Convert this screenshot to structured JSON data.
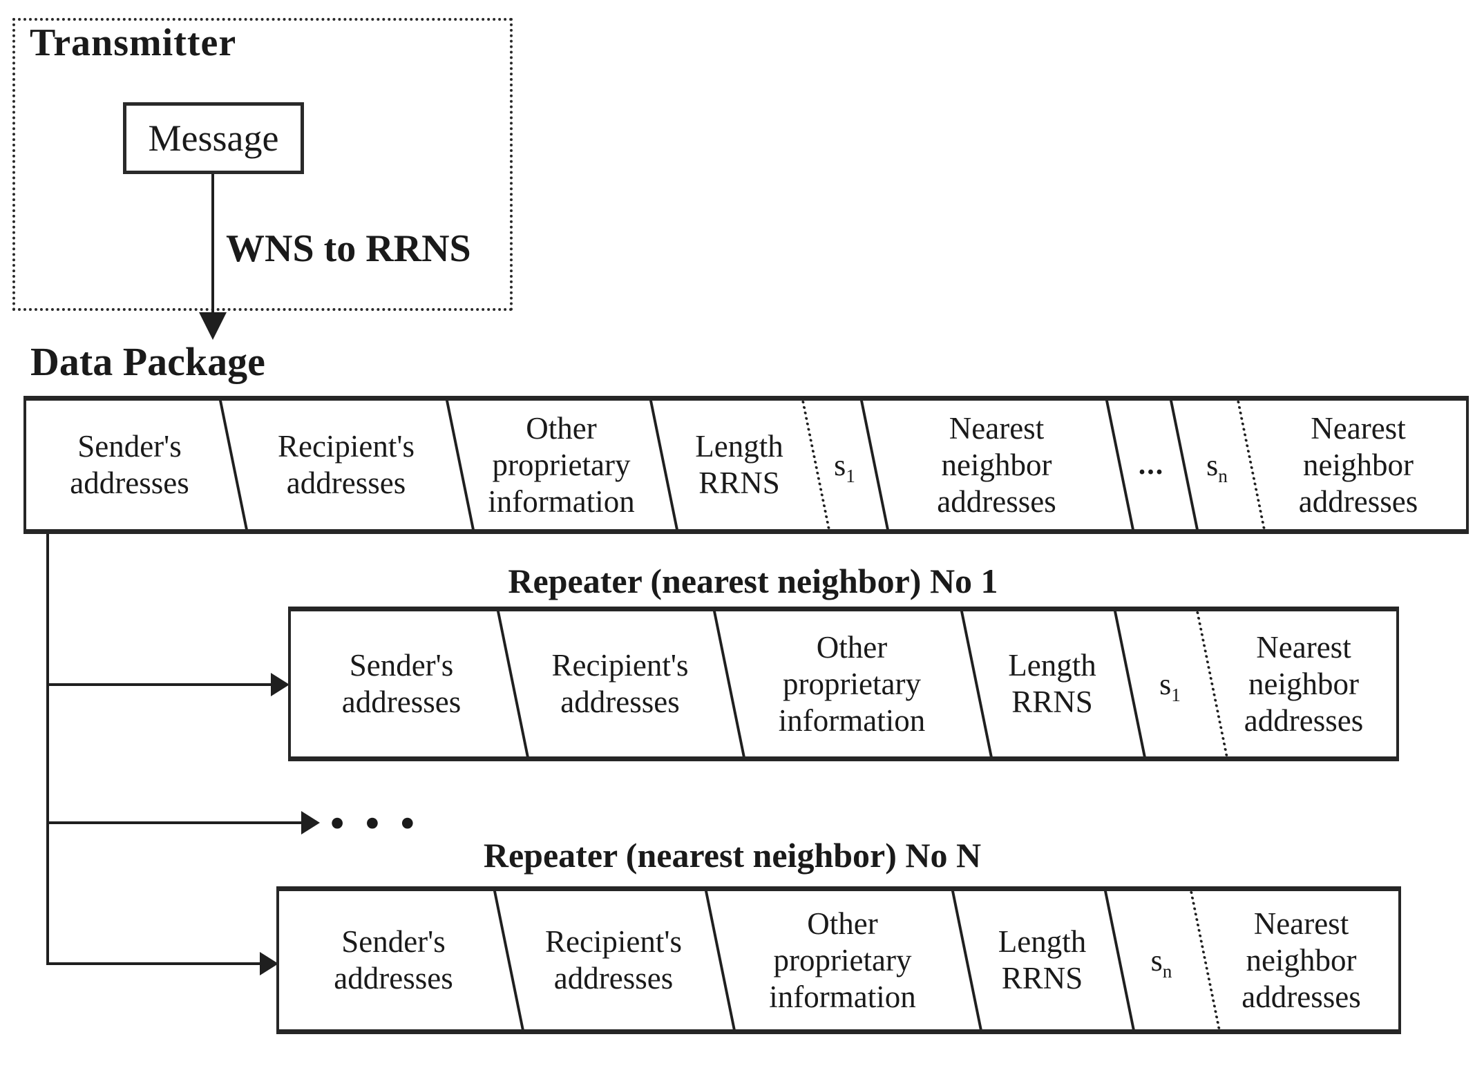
{
  "transmitter": {
    "title": "Transmitter",
    "message": "Message",
    "arrow_label": "WNS to RRNS"
  },
  "data_package": {
    "title": "Data Package",
    "segments": {
      "senders": [
        "Sender's",
        "addresses"
      ],
      "recipients": [
        "Recipient's",
        "addresses"
      ],
      "other": [
        "Other",
        "proprietary",
        "information"
      ],
      "length": [
        "Length",
        "RRNS"
      ],
      "s1": {
        "base": "s",
        "sub": "1"
      },
      "nearest1": [
        "Nearest",
        "neighbor",
        "addresses"
      ],
      "dots": "...",
      "sn": {
        "base": "s",
        "sub": "n"
      },
      "nearest2": [
        "Nearest",
        "neighbor",
        "addresses"
      ]
    }
  },
  "repeater1": {
    "title": "Repeater (nearest neighbor) No 1",
    "segments": {
      "senders": [
        "Sender's",
        "addresses"
      ],
      "recipients": [
        "Recipient's",
        "addresses"
      ],
      "other": [
        "Other",
        "proprietary",
        "information"
      ],
      "length": [
        "Length",
        "RRNS"
      ],
      "s": {
        "base": "s",
        "sub": "1"
      },
      "nearest": [
        "Nearest",
        "neighbor",
        "addresses"
      ]
    }
  },
  "ellipsis": "• • •",
  "repeaterN": {
    "title": "Repeater (nearest neighbor) No N",
    "segments": {
      "senders": [
        "Sender's",
        "addresses"
      ],
      "recipients": [
        "Recipient's",
        "addresses"
      ],
      "other": [
        "Other",
        "proprietary",
        "information"
      ],
      "length": [
        "Length",
        "RRNS"
      ],
      "s": {
        "base": "s",
        "sub": "n"
      },
      "nearest": [
        "Nearest",
        "neighbor",
        "addresses"
      ]
    }
  },
  "colors": {
    "ink": "#1a1a1a",
    "background": "#ffffff"
  }
}
